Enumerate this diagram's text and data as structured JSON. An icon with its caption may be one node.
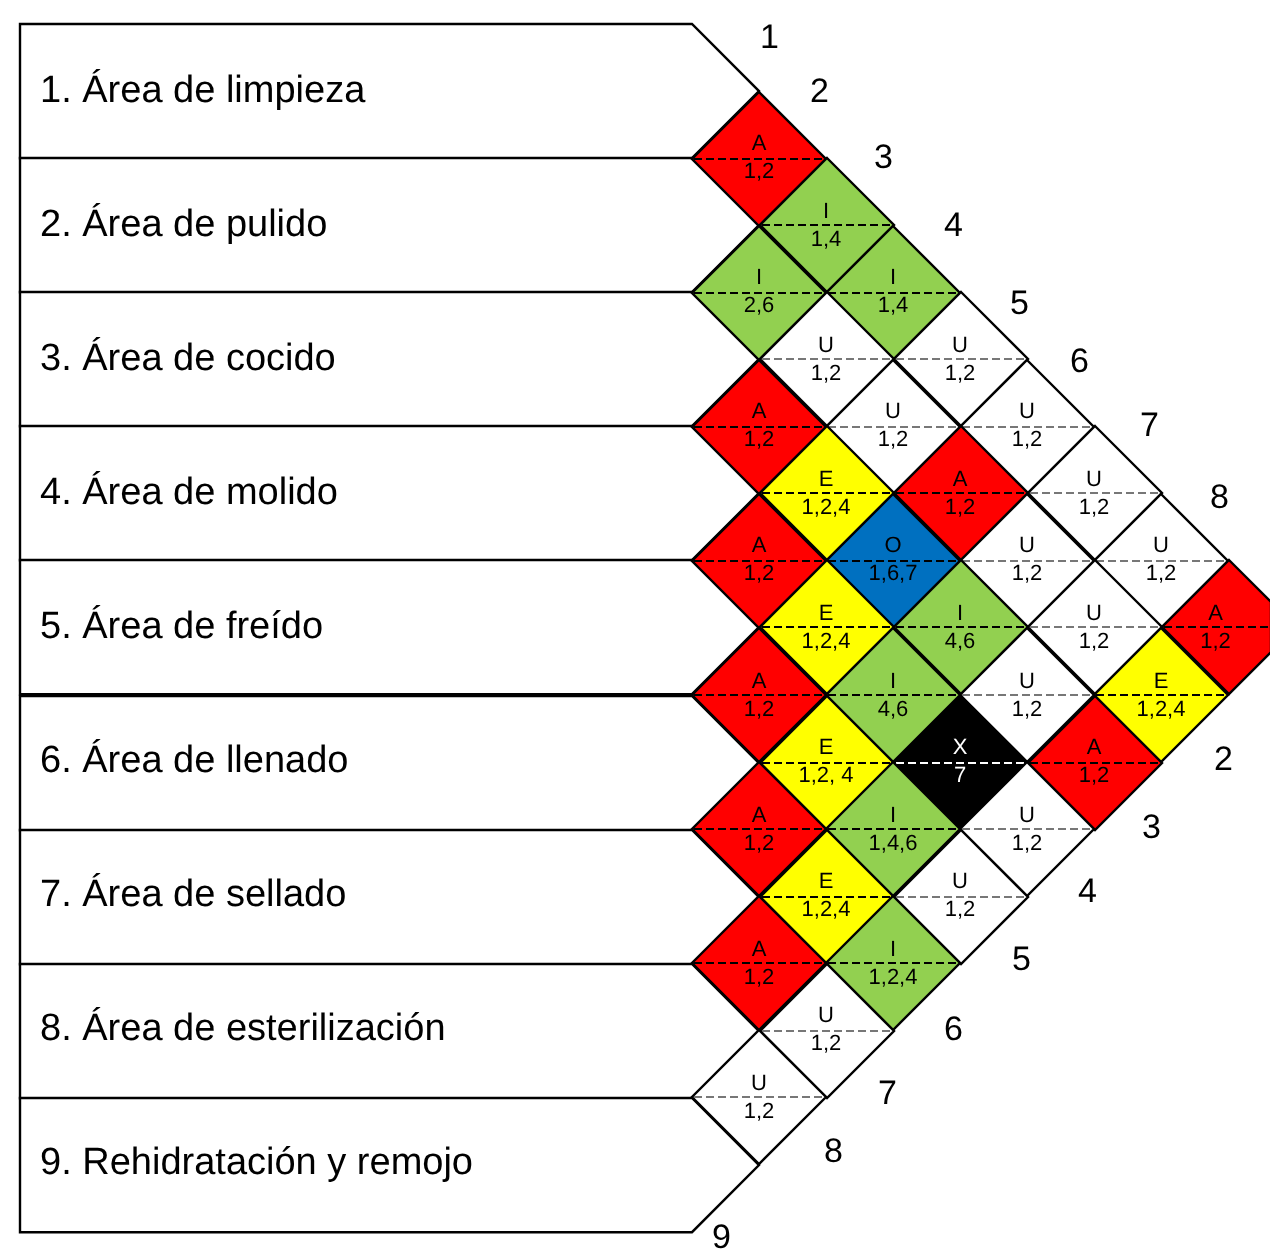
{
  "diagram": {
    "nodes": [
      {
        "text": [
          "1. Área de limpieza"
        ]
      },
      {
        "text": [
          "2. Área de pulido"
        ]
      },
      {
        "text": [
          "3. Área de cocido"
        ]
      },
      {
        "text": [
          "4. Área de molido"
        ]
      },
      {
        "text": [
          "5. Área de freído"
        ]
      },
      {
        "text": [
          "6. Área de llenado"
        ]
      },
      {
        "text": [
          "7. Área de sellado"
        ]
      },
      {
        "text": [
          "8. Área de esterilización"
        ]
      },
      {
        "text": [
          "9. Rehidratación y remojo"
        ]
      },
      {
        "text": [
          "A",
          "1,2"
        ]
      },
      {
        "text": [
          "I",
          "1,4"
        ]
      },
      {
        "text": [
          "I",
          "2,6"
        ]
      },
      {
        "text": [
          "I",
          "1,4"
        ]
      },
      {
        "text": [
          "U",
          "1,2"
        ]
      },
      {
        "text": [
          "U",
          "1,2"
        ]
      },
      {
        "text": [
          "A",
          "1,2"
        ]
      },
      {
        "text": [
          "U",
          "1,2"
        ]
      },
      {
        "text": [
          "U",
          "1,2"
        ]
      },
      {
        "text": [
          "E",
          "1,2,4"
        ]
      },
      {
        "text": [
          "A",
          "1,2"
        ]
      },
      {
        "text": [
          "U",
          "1,2"
        ]
      },
      {
        "text": [
          "A",
          "1,2"
        ]
      },
      {
        "text": [
          "O",
          "1,6,7"
        ]
      },
      {
        "text": [
          "U",
          "1,2"
        ]
      },
      {
        "text": [
          "U",
          "1,2"
        ]
      },
      {
        "text": [
          "E",
          "1,2,4"
        ]
      },
      {
        "text": [
          "I",
          "4,6"
        ]
      },
      {
        "text": [
          "U",
          "1,2"
        ]
      },
      {
        "text": [
          "A",
          "1,2"
        ]
      },
      {
        "text": [
          "A",
          "1,2"
        ]
      },
      {
        "text": [
          "I",
          "4,6"
        ]
      },
      {
        "text": [
          "U",
          "1,2"
        ]
      },
      {
        "text": [
          "E",
          "1,2,4"
        ]
      },
      {
        "text": [
          "E",
          "1,2, 4"
        ]
      },
      {
        "text": [
          "X",
          "7"
        ]
      },
      {
        "text": [
          "A",
          "1,2"
        ]
      },
      {
        "text": [
          "A",
          "1,2"
        ]
      },
      {
        "text": [
          "I",
          "1,4,6"
        ]
      },
      {
        "text": [
          "U",
          "1,2"
        ]
      },
      {
        "text": [
          "E",
          "1,2,4"
        ]
      },
      {
        "text": [
          "U",
          "1,2"
        ]
      },
      {
        "text": [
          "A",
          "1,2"
        ]
      },
      {
        "text": [
          "I",
          "1,2,4"
        ]
      },
      {
        "text": [
          "U",
          "1,2"
        ]
      },
      {
        "text": [
          "U",
          "1,2"
        ]
      }
    ],
    "labels": [
      "1",
      "2",
      "3",
      "4",
      "5",
      "6",
      "7",
      "8",
      "2",
      "3",
      "4",
      "5",
      "6",
      "7",
      "8",
      "9"
    ]
  }
}
